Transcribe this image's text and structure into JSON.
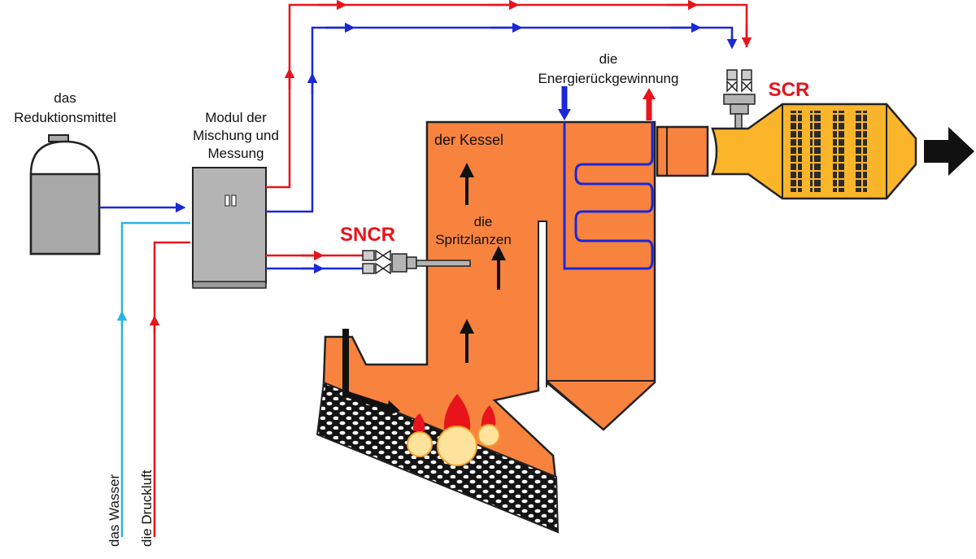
{
  "labels": {
    "reductant_1": "das",
    "reductant_2": "Reduktionsmittel",
    "module_1": "Modul der",
    "module_2": "Mischung und",
    "module_3": "Messung",
    "sncr": "SNCR",
    "scr": "SCR",
    "boiler": "der Kessel",
    "lances_1": "die",
    "lances_2": "Spritzlanzen",
    "energy_1": "die",
    "energy_2": "Energierückgewinnung",
    "water": "das Wasser",
    "air": "die Druckluft"
  },
  "colors": {
    "red_line": "#e8141b",
    "blue_line": "#1a28d6",
    "cyan_line": "#2ab4e8",
    "boiler_fill": "#f8833f",
    "catalyst_fill": "#fbb52a",
    "tank_fill": "#a8a8a8",
    "module_fill": "#b4b4b4",
    "tag_red": "#e8141b"
  }
}
